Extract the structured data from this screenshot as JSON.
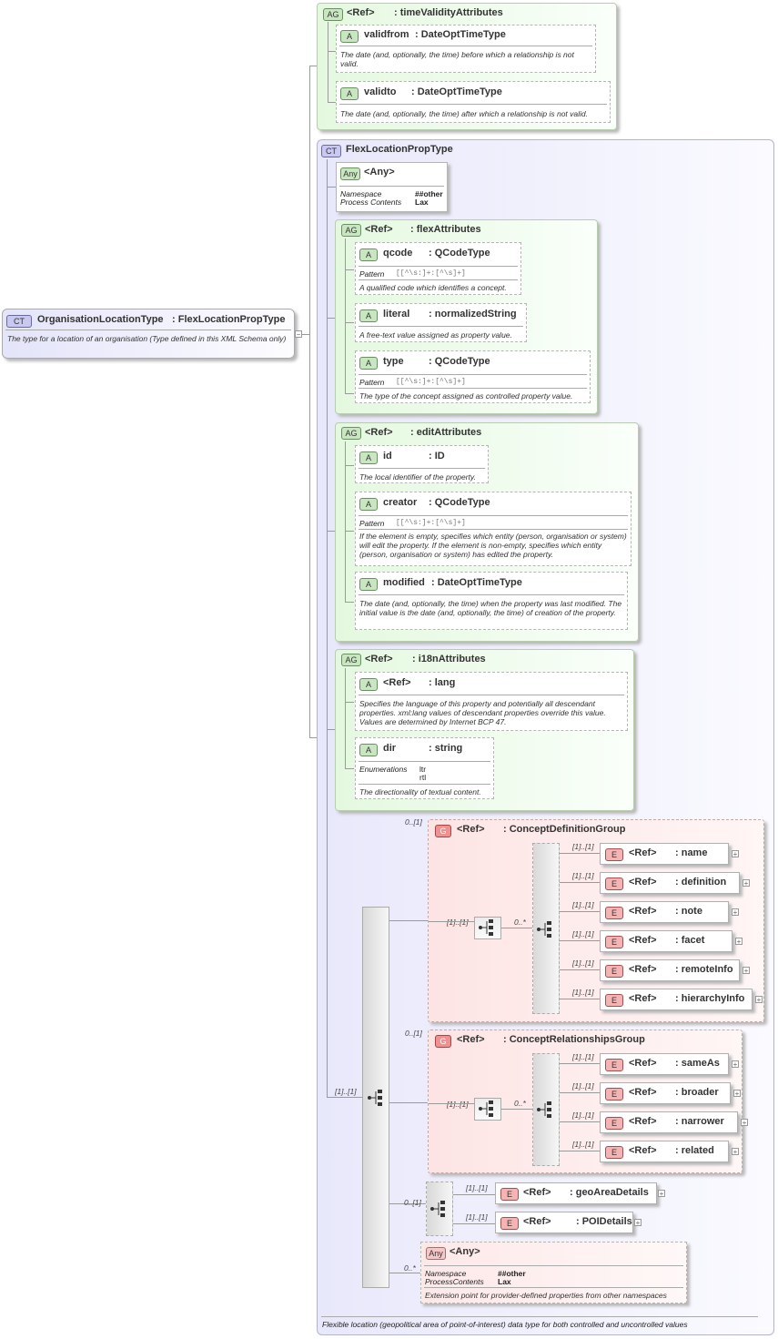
{
  "main_type": {
    "badge": "CT",
    "name": "OrganisationLocationType",
    "base": ": FlexLocationPropType",
    "description": "The type for a location of an organisation (Type defined in this XML Schema only)"
  },
  "time_validity": {
    "badge": "AG",
    "ref": "<Ref>",
    "name": ": timeValidityAttributes",
    "attrs": [
      {
        "badge": "A",
        "name": "validfrom",
        "type": ": DateOptTimeType",
        "desc": "The date (and, optionally, the time) before which a relationship is not valid."
      },
      {
        "badge": "A",
        "name": "validto",
        "type": ": DateOptTimeType",
        "desc": "The date (and, optionally, the time) after which a relationship is not valid."
      }
    ]
  },
  "flex_type": {
    "badge": "CT",
    "name": "FlexLocationPropType",
    "footer": "Flexible location (geopolitical area of point-of-interest) data type for both controlled and uncontrolled values"
  },
  "any_top": {
    "badge": "Any",
    "name": "<Any>",
    "ns_label": "Namespace",
    "ns_value": "##other",
    "pc_label": "Process Contents",
    "pc_value": "Lax"
  },
  "flex_attrs": {
    "badge": "AG",
    "ref": "<Ref>",
    "name": ": flexAttributes",
    "attrs": [
      {
        "badge": "A",
        "name": "qcode",
        "type": ": QCodeType",
        "pattern_label": "Pattern",
        "pattern": "[[^\\s:]+:[^\\s]+]",
        "desc": "A qualified code which identifies a concept."
      },
      {
        "badge": "A",
        "name": "literal",
        "type": ": normalizedString",
        "desc": "A free-text value assigned as property value."
      },
      {
        "badge": "A",
        "name": "type",
        "type": ": QCodeType",
        "pattern_label": "Pattern",
        "pattern": "[[^\\s:]+:[^\\s]+]",
        "desc": "The type of the concept assigned as controlled property value."
      }
    ]
  },
  "edit_attrs": {
    "badge": "AG",
    "ref": "<Ref>",
    "name": ": editAttributes",
    "attrs": [
      {
        "badge": "A",
        "name": "id",
        "type": ": ID",
        "desc": "The local identifier of the property."
      },
      {
        "badge": "A",
        "name": "creator",
        "type": ": QCodeType",
        "pattern_label": "Pattern",
        "pattern": "[[^\\s:]+:[^\\s]+]",
        "desc": "If the element is empty, specifies which entity (person, organisation or system) will edit the property. If the element is non-empty, specifies which entity (person, organisation or system) has edited the property."
      },
      {
        "badge": "A",
        "name": "modified",
        "type": ": DateOptTimeType",
        "desc": "The date (and, optionally, the time) when the property was last modified. The initial value is the date (and, optionally, the time) of creation of the property."
      }
    ]
  },
  "i18n_attrs": {
    "badge": "AG",
    "ref": "<Ref>",
    "name": ": i18nAttributes",
    "attrs": [
      {
        "badge": "A",
        "ref": "<Ref>",
        "name": ": lang",
        "desc": "Specifies the language of this property and potentially all descendant properties. xml:lang values of descendant properties override this value. Values are determined by Internet BCP 47."
      },
      {
        "badge": "A",
        "name": "dir",
        "type": ": string",
        "enum_label": "Enumerations",
        "enum1": "ltr",
        "enum2": "rtl",
        "desc": "The directionality of textual content."
      }
    ]
  },
  "concept_def_group": {
    "badge": "G",
    "ref": "<Ref>",
    "name": ": ConceptDefinitionGroup",
    "card": "0..[1]",
    "seq_card": "[1]..[1]",
    "choice_card": "0..*",
    "elements": [
      {
        "badge": "E",
        "ref": "<Ref>",
        "name": ": name",
        "card": "[1]..[1]"
      },
      {
        "badge": "E",
        "ref": "<Ref>",
        "name": ": definition",
        "card": "[1]..[1]"
      },
      {
        "badge": "E",
        "ref": "<Ref>",
        "name": ": note",
        "card": "[1]..[1]"
      },
      {
        "badge": "E",
        "ref": "<Ref>",
        "name": ": facet",
        "card": "[1]..[1]"
      },
      {
        "badge": "E",
        "ref": "<Ref>",
        "name": ": remoteInfo",
        "card": "[1]..[1]"
      },
      {
        "badge": "E",
        "ref": "<Ref>",
        "name": ": hierarchyInfo",
        "card": "[1]..[1]"
      }
    ]
  },
  "concept_rel_group": {
    "badge": "G",
    "ref": "<Ref>",
    "name": ": ConceptRelationshipsGroup",
    "card": "0..[1]",
    "seq_card": "[1]..[1]",
    "choice_card": "0..*",
    "elements": [
      {
        "badge": "E",
        "ref": "<Ref>",
        "name": ": sameAs",
        "card": "[1]..[1]"
      },
      {
        "badge": "E",
        "ref": "<Ref>",
        "name": ": broader",
        "card": "[1]..[1]"
      },
      {
        "badge": "E",
        "ref": "<Ref>",
        "name": ": narrower",
        "card": "[1]..[1]"
      },
      {
        "badge": "E",
        "ref": "<Ref>",
        "name": ": related",
        "card": "[1]..[1]"
      }
    ]
  },
  "outer_seq_card": "[1]..[1]",
  "geo_choice": {
    "card": "0..[1]",
    "elements": [
      {
        "badge": "E",
        "ref": "<Ref>",
        "name": ": geoAreaDetails",
        "card": "[1]..[1]"
      },
      {
        "badge": "E",
        "ref": "<Ref>",
        "name": ": POIDetails",
        "card": "[1]..[1]"
      }
    ]
  },
  "any_bottom": {
    "badge": "Any",
    "name": "<Any>",
    "card": "0..*",
    "ns_label": "Namespace",
    "ns_value": "##other",
    "pc_label": "ProcessContents",
    "pc_value": "Lax",
    "desc": "Extension point for provider-defined properties from other namespaces"
  },
  "expander": "−",
  "plus": "+"
}
